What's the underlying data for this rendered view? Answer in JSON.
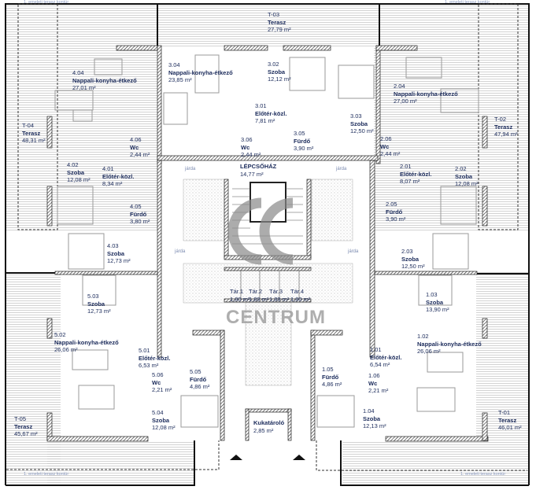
{
  "watermark": "CENTRUM",
  "stair_label": "LÉPCSŐHÁZ",
  "stair_area": "14,77 m²",
  "walkway": "járda",
  "terrace_contour": "1. emeleti terasz kontúr",
  "colors": {
    "text": "#1a2a5a",
    "wall": "#333333",
    "furniture": "#9a9a9a",
    "terrace_lines": "#c8c8c8"
  },
  "rooms": [
    {
      "code": "T-03",
      "name": "Terasz",
      "area": "27,79 m²"
    },
    {
      "code": "4.04",
      "name": "Nappali-konyha-étkező",
      "area": "27,01 m²"
    },
    {
      "code": "3.04",
      "name": "Nappali-konyha-étkező",
      "area": "23,85 m²"
    },
    {
      "code": "3.02",
      "name": "Szoba",
      "area": "12,12 m²"
    },
    {
      "code": "2.04",
      "name": "Nappali-konyha-étkező",
      "area": "27,00 m²"
    },
    {
      "code": "T-04",
      "name": "Terasz",
      "area": "48,31 m²"
    },
    {
      "code": "3.01",
      "name": "Előtér-közl.",
      "area": "7,81 m²"
    },
    {
      "code": "3.03",
      "name": "Szoba",
      "area": "12,50 m²"
    },
    {
      "code": "T-02",
      "name": "Terasz",
      "area": "47,94 m²"
    },
    {
      "code": "4.06",
      "name": "Wc",
      "area": "2,44 m²"
    },
    {
      "code": "3.06",
      "name": "Wc",
      "area": "2,44 m²"
    },
    {
      "code": "3.05",
      "name": "Fürdő",
      "area": "3,90 m²"
    },
    {
      "code": "2.06",
      "name": "Wc",
      "area": "2,44 m²"
    },
    {
      "code": "4.02",
      "name": "Szoba",
      "area": "12,08 m²"
    },
    {
      "code": "4.01",
      "name": "Előtér-közl.",
      "area": "8,34 m²"
    },
    {
      "code": "2.01",
      "name": "Előtér-közl.",
      "area": "8,07 m²"
    },
    {
      "code": "2.02",
      "name": "Szoba",
      "area": "12,08 m²"
    },
    {
      "code": "4.05",
      "name": "Fürdő",
      "area": "3,80 m²"
    },
    {
      "code": "2.05",
      "name": "Fürdő",
      "area": "3,90 m²"
    },
    {
      "code": "4.03",
      "name": "Szoba",
      "area": "12,73 m²"
    },
    {
      "code": "2.03",
      "name": "Szoba",
      "area": "12,50 m²"
    },
    {
      "code": "5.03",
      "name": "Szoba",
      "area": "12,73 m²"
    },
    {
      "code": "1.03",
      "name": "Szoba",
      "area": "13,90 m²"
    },
    {
      "code": "Tár.1",
      "name": "",
      "area": "1,80 m²"
    },
    {
      "code": "Tár.2",
      "name": "",
      "area": "1,89 m²"
    },
    {
      "code": "Tár.3",
      "name": "",
      "area": "1,89 m²"
    },
    {
      "code": "Tár.4",
      "name": "",
      "area": "1,80 m²"
    },
    {
      "code": "5.02",
      "name": "Nappali-konyha-étkező",
      "area": "26,06 m²"
    },
    {
      "code": "1.02",
      "name": "Nappali-konyha-étkező",
      "area": "26,06 m²"
    },
    {
      "code": "5.01",
      "name": "Előtér-közl.",
      "area": "6,53 m²"
    },
    {
      "code": "1.01",
      "name": "Előtér-közl.",
      "area": "6,54 m²"
    },
    {
      "code": "5.06",
      "name": "Wc",
      "area": "2,21 m²"
    },
    {
      "code": "5.05",
      "name": "Fürdő",
      "area": "4,86 m²"
    },
    {
      "code": "1.06",
      "name": "Wc",
      "area": "2,21 m²"
    },
    {
      "code": "1.05",
      "name": "Fürdő",
      "area": "4,86 m²"
    },
    {
      "code": "T-05",
      "name": "Terasz",
      "area": "45,67 m²"
    },
    {
      "code": "T-01",
      "name": "Terasz",
      "area": "46,01 m²"
    },
    {
      "code": "5.04",
      "name": "Szoba",
      "area": "12,08 m²"
    },
    {
      "code": "1.04",
      "name": "Szoba",
      "area": "12,13 m²"
    },
    {
      "code": "",
      "name": "Kukatároló",
      "area": "2,85 m²"
    }
  ]
}
